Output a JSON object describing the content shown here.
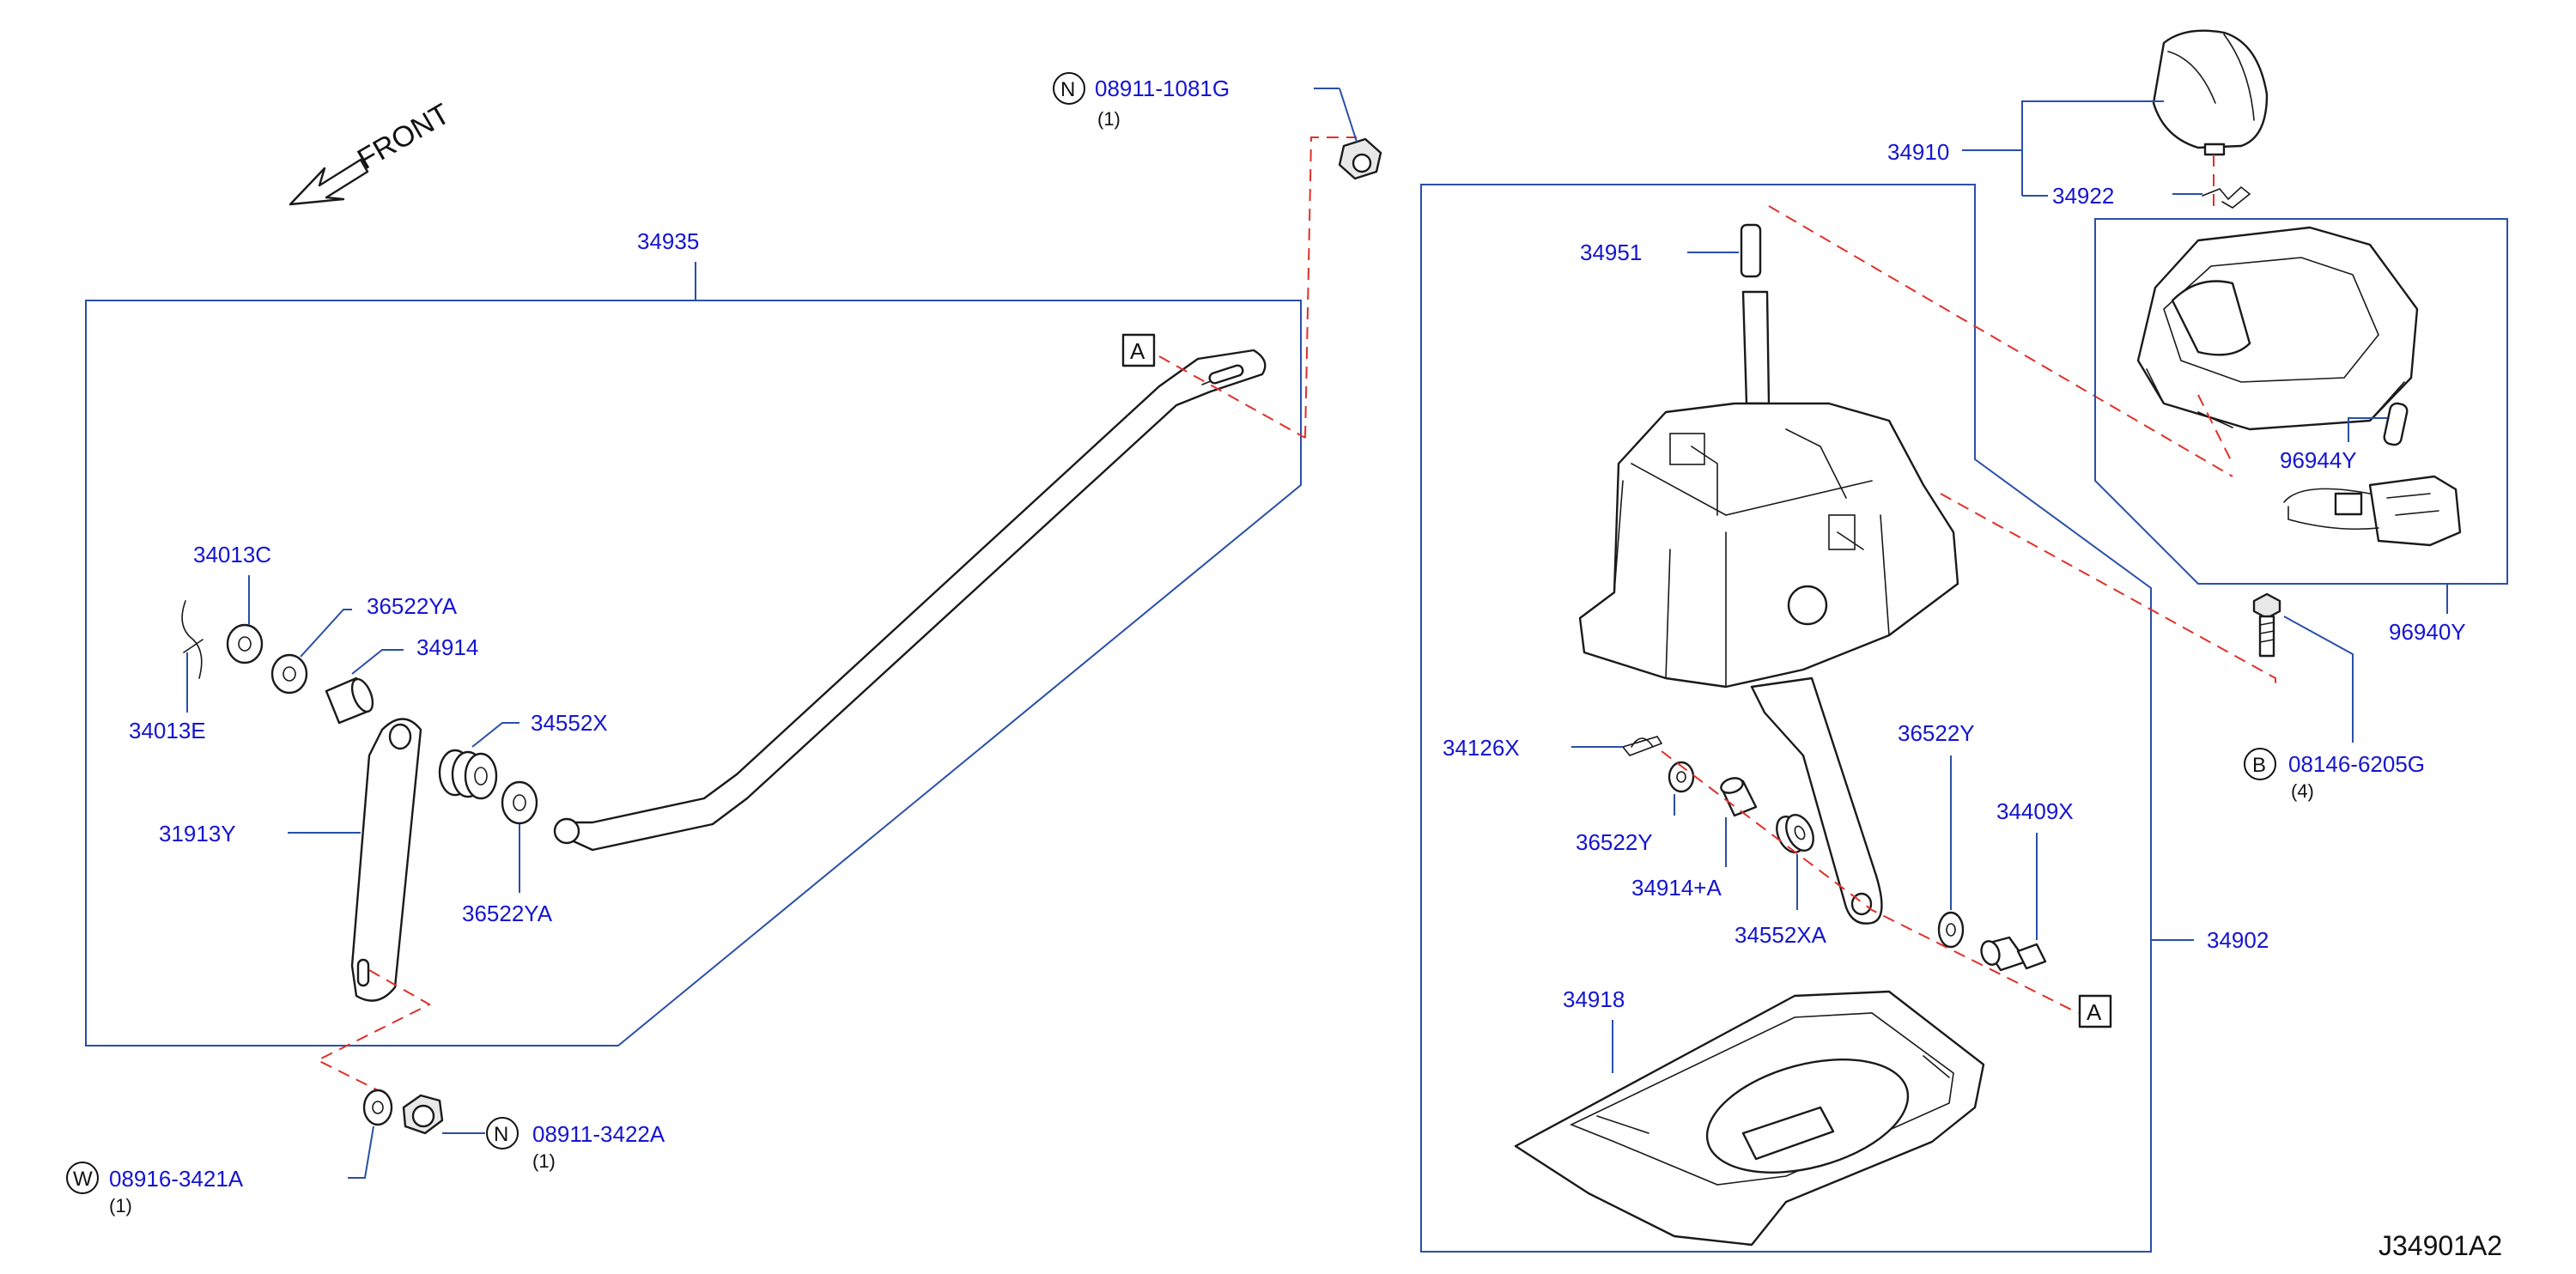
{
  "front_label": "FRONT",
  "diagram_code": "J34901A2",
  "ref_marker": "A",
  "parts": {
    "p34935": "34935",
    "p34013C": "34013C",
    "p36522YA_top": "36522YA",
    "p34914": "34914",
    "p34013E": "34013E",
    "p34552X": "34552X",
    "p31913Y": "31913Y",
    "p36522YA_bot": "36522YA",
    "p08911_1081G": "08911-1081G",
    "p08911_1081G_qty": "(1)",
    "p08911_3422A": "08911-3422A",
    "p08911_3422A_qty": "(1)",
    "p08916_3421A": "08916-3421A",
    "p08916_3421A_qty": "(1)",
    "p34910": "34910",
    "p34922": "34922",
    "p34951": "34951",
    "p96944Y": "96944Y",
    "p96940Y": "96940Y",
    "p08146_6205G": "08146-6205G",
    "p08146_6205G_qty": "(4)",
    "p34126X": "34126X",
    "p36522Y_right": "36522Y",
    "p34409X": "34409X",
    "p36522Y_left": "36522Y",
    "p34914A": "34914+A",
    "p34552XA": "34552XA",
    "p34902": "34902",
    "p34918": "34918"
  },
  "prefix_marks": {
    "n1": "N",
    "n2": "N",
    "w": "W",
    "b": "B"
  },
  "colors": {
    "label_text": "#1414d2",
    "leader_lines": "#2a4fa8",
    "dashed_links": "#e0302a"
  }
}
